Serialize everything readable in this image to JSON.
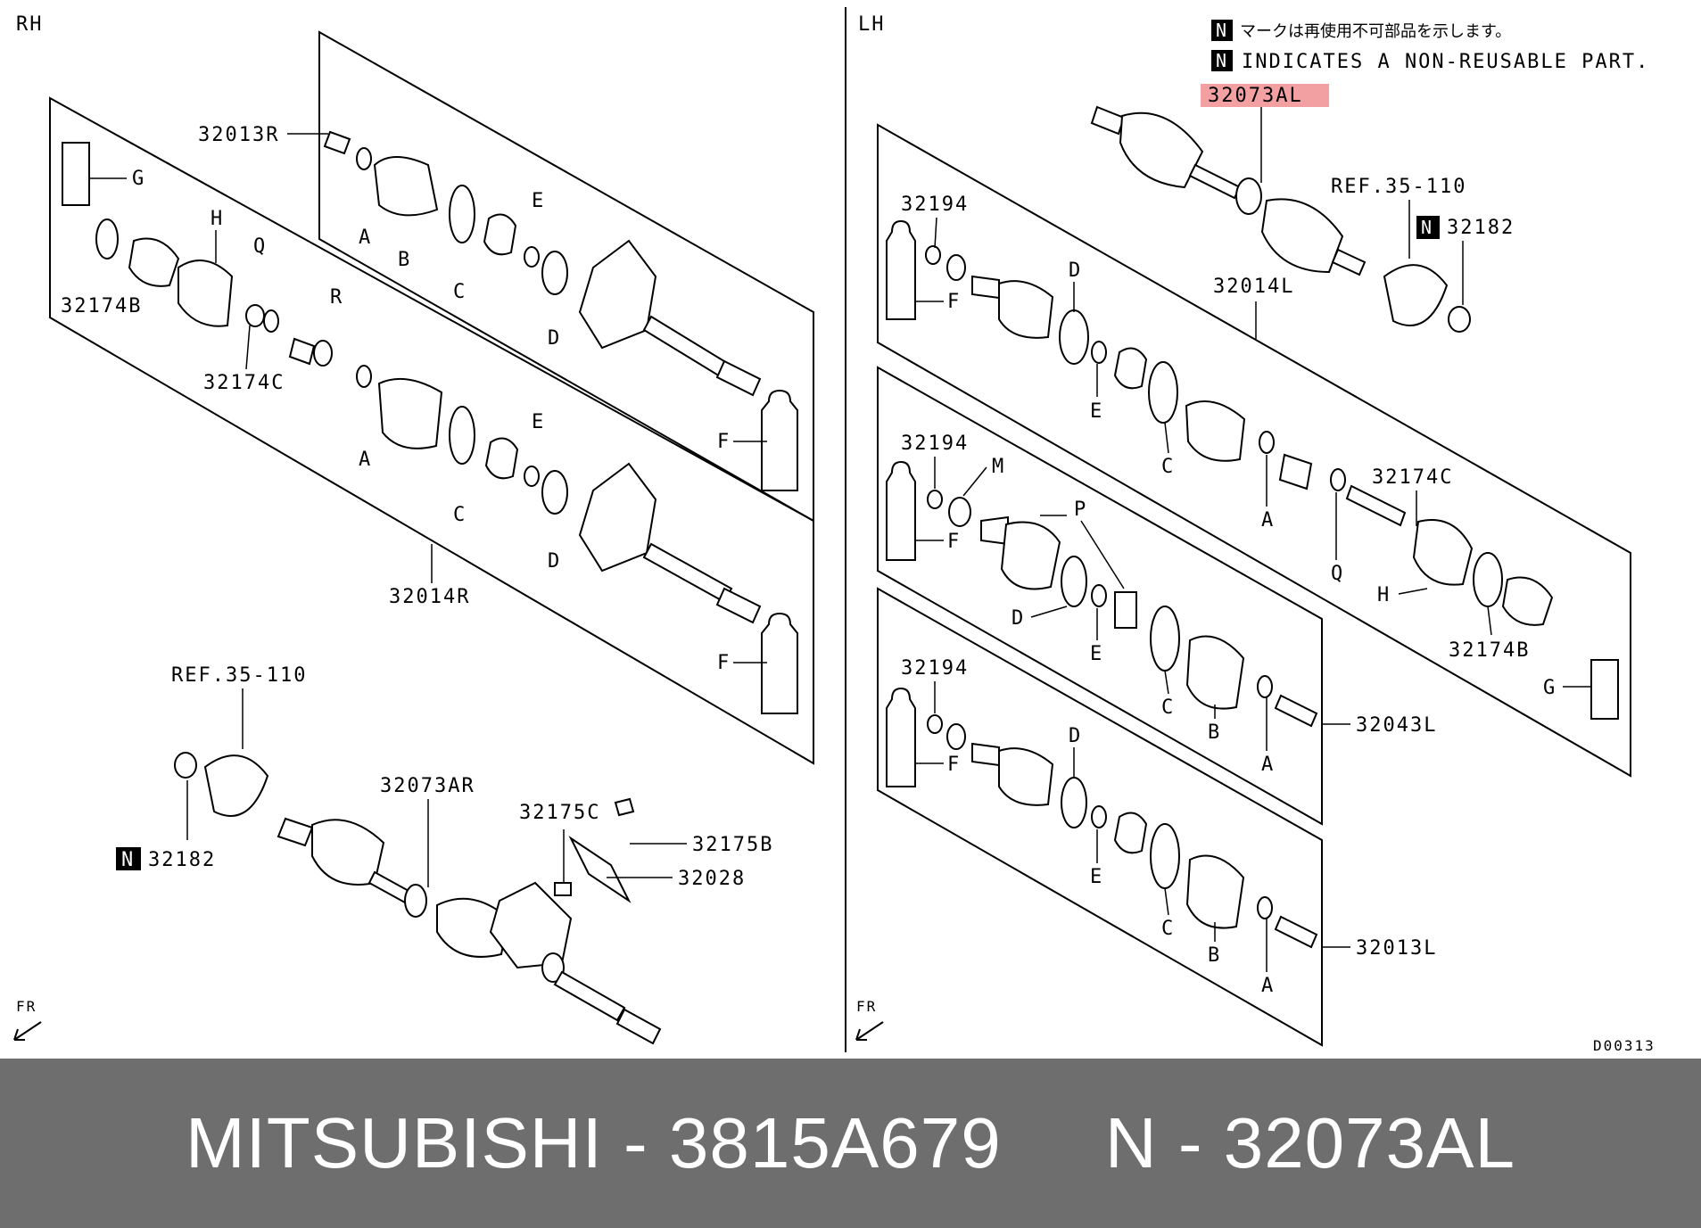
{
  "sides": {
    "left": "RH",
    "right": "LH"
  },
  "legend": {
    "jp": "マークは再使用不可部品を示します。",
    "en": "INDICATES A NON-REUSABLE PART.",
    "badge": "N"
  },
  "highlight": {
    "code": "32073AL",
    "color": "#f3a0a3"
  },
  "rh_labels": {
    "p32013R": "32013R",
    "p32174B": "32174B",
    "p32174C": "32174C",
    "p32014R": "32014R",
    "ref": "REF.35-110",
    "p32182": "32182",
    "p32073AR": "32073AR",
    "p32175C": "32175C",
    "p32175B": "32175B",
    "p32028": "32028",
    "G": "G",
    "H": "H",
    "Q": "Q",
    "R": "R",
    "A1": "A",
    "B1": "B",
    "C1": "C",
    "D1": "D",
    "E1": "E",
    "F1": "F",
    "A2": "A",
    "C2": "C",
    "D2": "D",
    "E2": "E",
    "F2": "F",
    "FR": "FR"
  },
  "lh_labels": {
    "ref": "REF.35-110",
    "p32182": "32182",
    "p32014L": "32014L",
    "p32174C": "32174C",
    "p32174B": "32174B",
    "p32043L": "32043L",
    "p32013L": "32013L",
    "s1": "32194",
    "s2": "32194",
    "s3": "32194",
    "D1": "D",
    "E1": "E",
    "F1": "F",
    "C1": "C",
    "A1": "A",
    "Q": "Q",
    "H": "H",
    "G": "G",
    "M": "M",
    "P": "P",
    "F2": "F",
    "D2": "D",
    "E2": "E",
    "C2": "C",
    "B2": "B",
    "A2": "A",
    "F3": "F",
    "D3": "D",
    "E3": "E",
    "C3": "C",
    "B3": "B",
    "A3": "A",
    "FR": "FR",
    "code": "D00313"
  },
  "banner": {
    "text": "MITSUBISHI - 3815A679     N - 32073AL",
    "bg": "#6e6e6e"
  }
}
